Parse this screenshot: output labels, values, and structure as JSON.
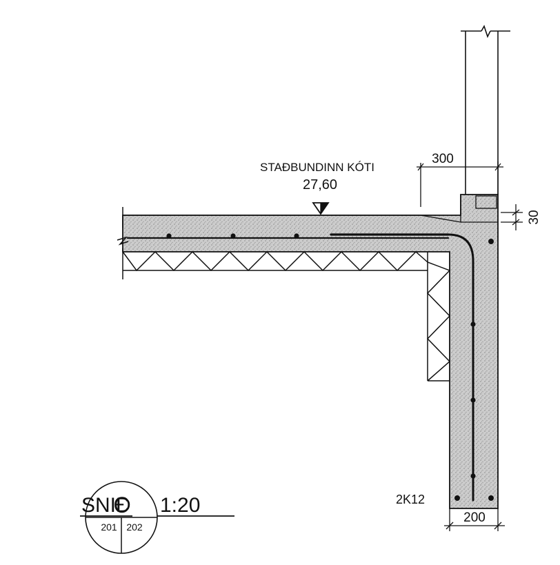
{
  "annotations": {
    "level_label": "STAÐBUNDINN KÓTI",
    "level_value": "27,60",
    "rebar_label": "2K12"
  },
  "dimensions": {
    "overhang": "300",
    "top_gap": "30",
    "wall_thickness": "200"
  },
  "title_block": {
    "title": "SNIÐ",
    "section_letter": "C",
    "sheet_left": "201",
    "sheet_right": "202",
    "scale": "1:20"
  },
  "colors": {
    "line": "#111111",
    "concrete_fill": "#c9c9c9"
  }
}
